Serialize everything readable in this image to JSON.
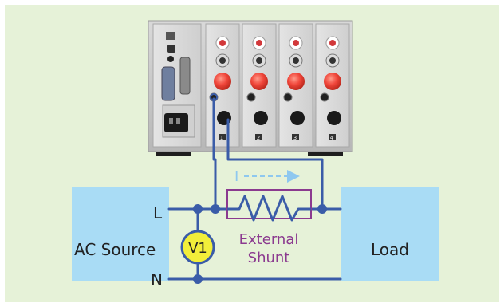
{
  "diagram": {
    "source_box": {
      "label": "AC Source"
    },
    "load_box": {
      "label": "Load"
    },
    "terminal_line": "L",
    "terminal_neutral": "N",
    "voltmeter": {
      "label": "V1"
    },
    "shunt": {
      "label_line1": "External",
      "label_line2": "Shunt"
    },
    "current": {
      "label": "I"
    },
    "channel_numbers": [
      "1",
      "2",
      "3",
      "4"
    ]
  },
  "colors": {
    "background_panel": "#e6f2d8",
    "box_fill": "#a9dcf5",
    "wire": "#3a5ca8",
    "voltmeter_fill": "#f2ee3a",
    "shunt_label": "#8b3a8f",
    "shunt_outline": "#8b3a8f",
    "current_arrow": "#8ec8ef",
    "text": "#222222"
  }
}
